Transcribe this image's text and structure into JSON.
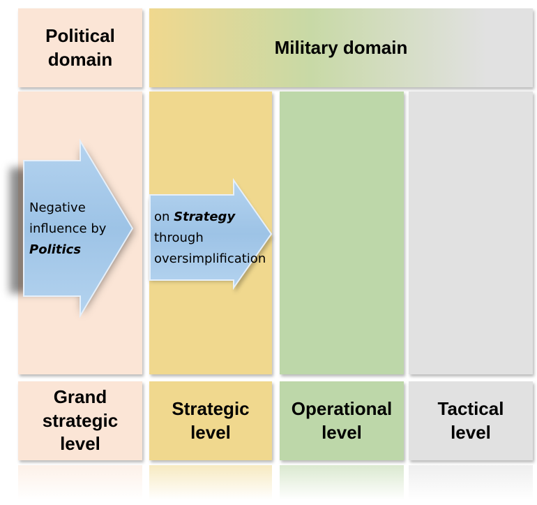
{
  "header": {
    "political_domain": "Political\ndomain",
    "military_domain": "Military domain"
  },
  "levels": {
    "grand_strategic": "Grand\nstrategic\nlevel",
    "strategic": "Strategic\nlevel",
    "operational": "Operational\nlevel",
    "tactical": "Tactical\nlevel"
  },
  "arrows": {
    "politics": {
      "line1": "Negative",
      "line2": "influence by",
      "emphasis": "Politics"
    },
    "strategy": {
      "prefix": "on ",
      "emphasis": "Strategy",
      "line2": "through",
      "line3": "oversimplification"
    }
  },
  "colors": {
    "political": "#fbe5d6",
    "strategic": "#f0d88e",
    "operational": "#bdd7a9",
    "tactical": "#e1e1e1",
    "arrow_fill": "#9dc3e6"
  }
}
